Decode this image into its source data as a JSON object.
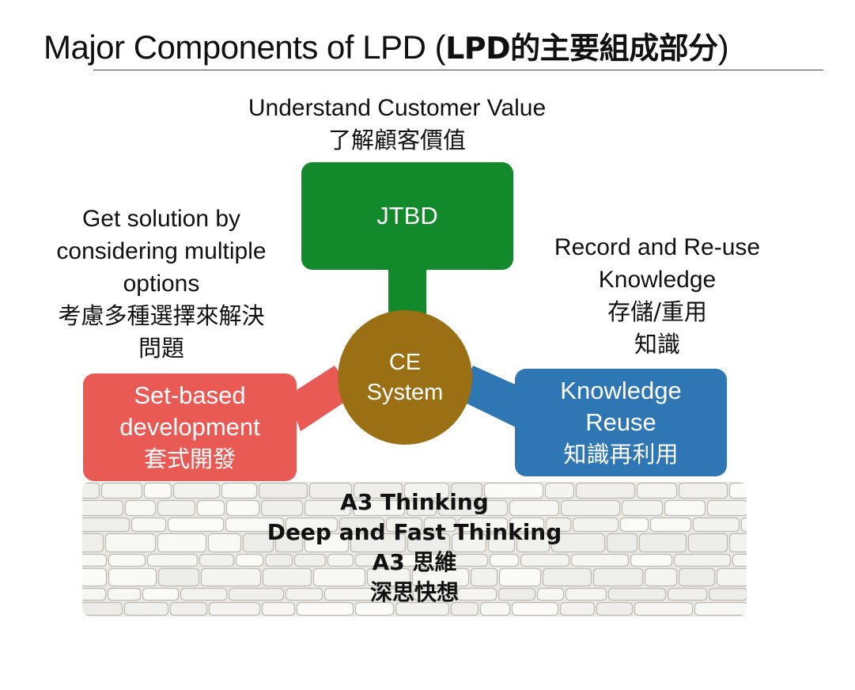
{
  "title": {
    "main": "Major Components of LPD (",
    "bold": "LPD的主要組成部分",
    "close": ")"
  },
  "top_annotation": {
    "en": "Understand Customer Value",
    "zh": "了解顧客價值"
  },
  "left_annotation": {
    "en_line1": "Get solution by",
    "en_line2": "considering multiple",
    "en_line3": "options",
    "zh_line1": "考慮多種選擇來解決",
    "zh_line2": "問題"
  },
  "right_annotation": {
    "en_line1": "Record and Re-use",
    "en_line2": "Knowledge",
    "zh_line1": "存儲/重用",
    "zh_line2": "知識"
  },
  "nodes": {
    "top": {
      "label": "JTBD",
      "color": "#12892a"
    },
    "left": {
      "line1": "Set-based",
      "line2": "development",
      "zh": "套式開發",
      "color": "#ea5a55"
    },
    "right": {
      "line1": "Knowledge",
      "line2": "Reuse",
      "zh": "知識再利用",
      "color": "#2f76b5"
    },
    "hub": {
      "line1": "CE",
      "line2": "System",
      "color": "#9b7015"
    }
  },
  "foundation": {
    "line1": "A3 Thinking",
    "line2": "Deep and Fast Thinking",
    "line3": "A3 思維",
    "line4": "深思快想"
  }
}
